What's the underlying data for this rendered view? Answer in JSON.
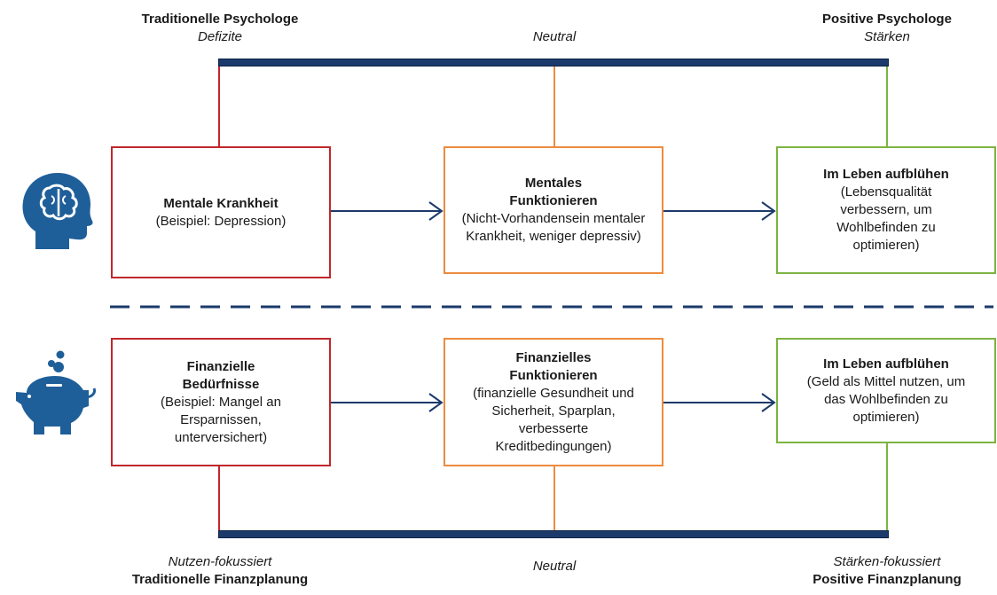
{
  "top_scale": {
    "left": {
      "title": "Traditionelle Psychologe",
      "subtitle": "Defizite"
    },
    "middle": {
      "subtitle": "Neutral"
    },
    "right": {
      "title": "Positive Psychologe",
      "subtitle": "Stärken"
    }
  },
  "bottom_scale": {
    "left": {
      "subtitle": "Nutzen-fokussiert",
      "title": "Traditionelle Finanzplanung"
    },
    "middle": {
      "subtitle": "Neutral"
    },
    "right": {
      "subtitle": "Stärken-fokussiert",
      "title": "Positive Finanzplanung"
    }
  },
  "mental_row": {
    "icon": "brain-head-icon",
    "box1": {
      "title": "Mentale Krankheit",
      "text": "(Beispiel: Depression)"
    },
    "box2": {
      "title": "Mentales Funktionieren",
      "text": "(Nicht-Vorhandensein mentaler Krankheit, weniger depressiv)"
    },
    "box3": {
      "title": "Im Leben aufblühen",
      "text": "(Lebensqualität verbessern, um Wohlbefinden zu optimieren)"
    }
  },
  "financial_row": {
    "icon": "piggy-bank-icon",
    "box1": {
      "title": "Finanzielle Bedürfnisse",
      "text": "(Beispiel: Mangel an Ersparnissen, unterversichert)"
    },
    "box2": {
      "title": "Finanzielles Funktionieren",
      "text": "(finanzielle Gesundheit und Sicherheit, Sparplan, verbesserte Kreditbedingungen)"
    },
    "box3": {
      "title": "Im Leben aufblühen",
      "text": "(Geld als Mittel nutzen, um das Wohlbefinden zu optimieren)"
    }
  },
  "colors": {
    "deficit": "#c0272d",
    "neutral": "#ed8b3e",
    "strength": "#7cb342",
    "bar": "#1b3a6b",
    "icon": "#1f5f99"
  }
}
